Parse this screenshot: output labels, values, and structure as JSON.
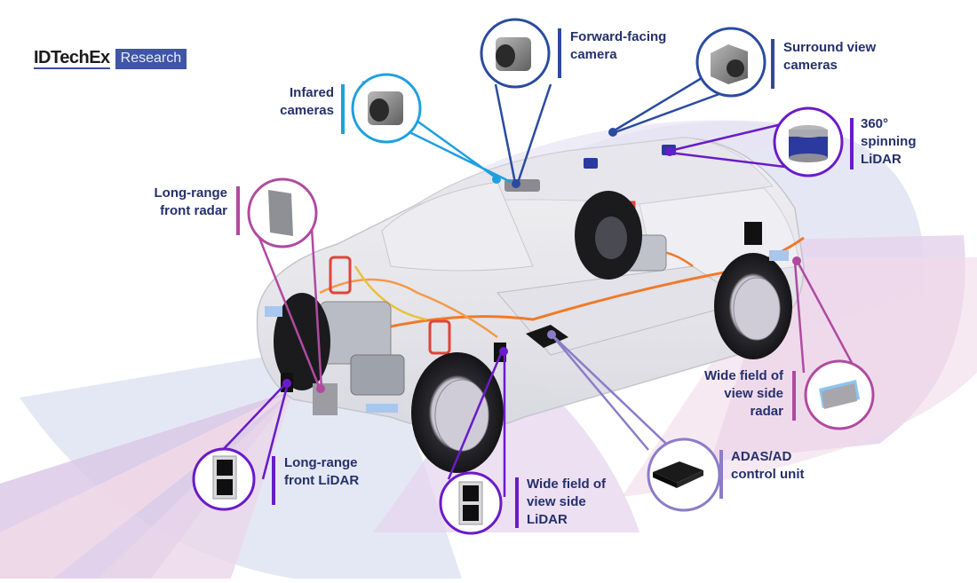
{
  "brand": {
    "wordmark": "IDTechEx",
    "tag": "Research",
    "colors": {
      "wordmark": "#1b1b1b",
      "tag_bg": "#3f55a5",
      "underline": "#3c4fa0"
    }
  },
  "colors": {
    "text": "#25306b",
    "light_blue": "#1ea0e0",
    "dark_blue": "#2a4ba0",
    "violet": "#6a1bc9",
    "magenta": "#b04aa0",
    "lavender": "#8c7cc8",
    "cone_blue": "#dfe4f2",
    "cone_purple": "#e3d2ec",
    "cone_pink": "#f1dbe9"
  },
  "sensors": [
    {
      "id": "infrared",
      "label_lines": [
        "Infared",
        "cameras"
      ],
      "icon": "camera-icon",
      "color": "#1ea0e0"
    },
    {
      "id": "forward",
      "label_lines": [
        "Forward-facing",
        "camera"
      ],
      "icon": "camera-icon",
      "color": "#2a4ba0"
    },
    {
      "id": "surround",
      "label_lines": [
        "Surround view",
        "cameras"
      ],
      "icon": "camera-icon",
      "color": "#2a4ba0"
    },
    {
      "id": "lidar360",
      "label_lines": [
        "360°",
        "spinning",
        "LiDAR"
      ],
      "icon": "spinning-lidar-icon",
      "color": "#6a1bc9"
    },
    {
      "id": "frontradar",
      "label_lines": [
        "Long-range",
        "front radar"
      ],
      "icon": "radar-panel-icon",
      "color": "#b04aa0"
    },
    {
      "id": "frontlidar",
      "label_lines": [
        "Long-range",
        "front LiDAR"
      ],
      "icon": "solid-state-lidar-icon",
      "color": "#6a1bc9"
    },
    {
      "id": "sidelidar",
      "label_lines": [
        "Wide field of",
        "view side",
        "LiDAR"
      ],
      "icon": "solid-state-lidar-icon",
      "color": "#6a1bc9"
    },
    {
      "id": "ecu",
      "label_lines": [
        "ADAS/AD",
        "control unit"
      ],
      "icon": "control-unit-icon",
      "color": "#8c7cc8"
    },
    {
      "id": "sideradar",
      "label_lines": [
        "Wide field of",
        "view side",
        "radar"
      ],
      "icon": "side-radar-icon",
      "color": "#b04aa0"
    }
  ]
}
